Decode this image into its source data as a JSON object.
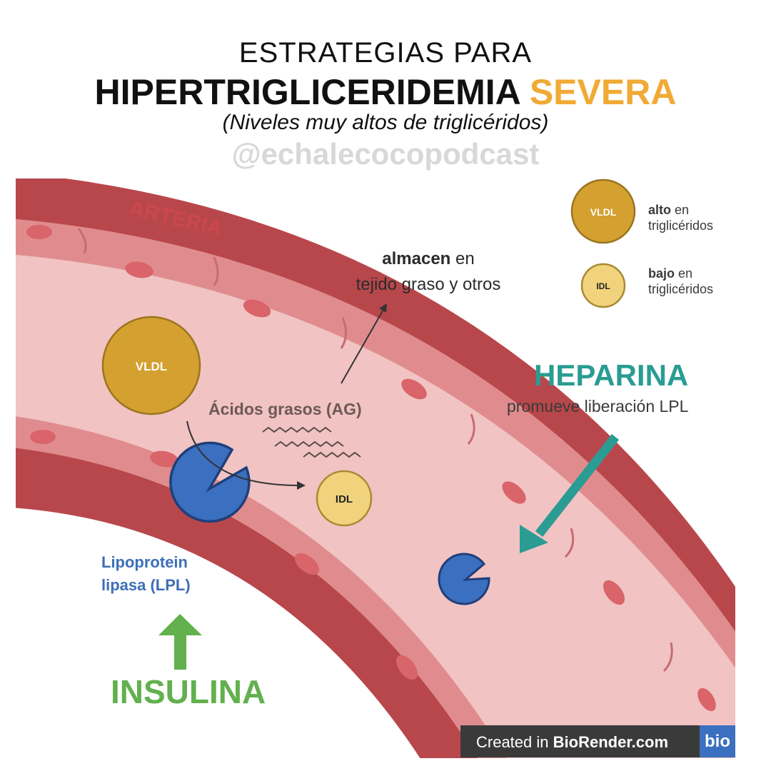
{
  "header": {
    "line1": "ESTRATEGIAS PARA",
    "line2_main": "HIPERTRIGLICERIDEMIA",
    "line2_highlight": "SEVERA",
    "subtitle": "(Niveles muy altos de triglicéridos)",
    "handle": "@echalecocopodcast"
  },
  "diagram": {
    "artery_label": "ARTERIA",
    "vldl_label": "VLDL",
    "idl_label": "IDL",
    "fatty_acids_label": "Ácidos grasos (AG)",
    "storage_bold": "almacen",
    "storage_rest": "en",
    "storage_line2": "tejido graso y otros",
    "heparin_title": "HEPARINA",
    "heparin_desc": "promueve liberación LPL",
    "lpl_line1": "Lipoprotein",
    "lpl_line2": "lipasa (LPL)",
    "insulin_label": "INSULINA"
  },
  "legend": [
    {
      "symbol": "VLDL",
      "bold": "alto",
      "rest": "en",
      "line2": "triglicéridos"
    },
    {
      "symbol": "IDL",
      "bold": "bajo",
      "rest": "en",
      "line2": "triglicéridos"
    }
  ],
  "footer": {
    "created_prefix": "Created in",
    "created_brand": "BioRender.com",
    "logo": "bio"
  },
  "colors": {
    "highlight": "#f0aa35",
    "heparin": "#2a9c93",
    "insulin": "#62b04e",
    "lpl": "#3d6fb7",
    "artery_wall": "#b8474b",
    "vldl": "#d4a02f",
    "idl": "#f0d37c"
  }
}
